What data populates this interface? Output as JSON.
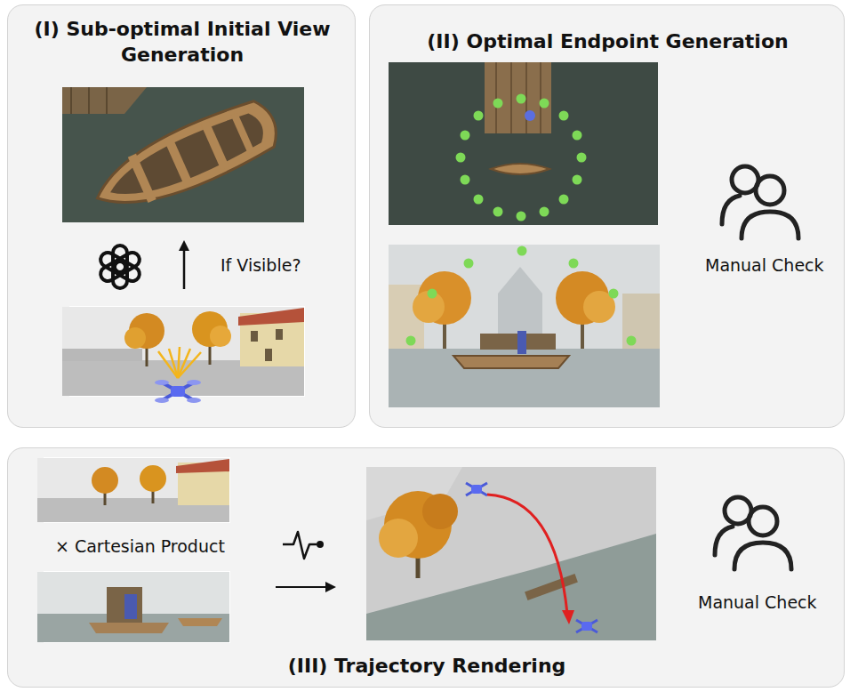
{
  "diagram": {
    "nodes": [
      {
        "text": [
          "(I) Sub-optimal Initial View Generation"
        ]
      },
      {
        "text": [
          "(II) Optimal Endpoint Generation"
        ]
      },
      {
        "text": [
          "(III) Trajectory Rendering"
        ]
      }
    ],
    "labels": [
      "If Visible?",
      "Manual Check",
      "× Cartesian Product",
      "Manual Check"
    ]
  }
}
